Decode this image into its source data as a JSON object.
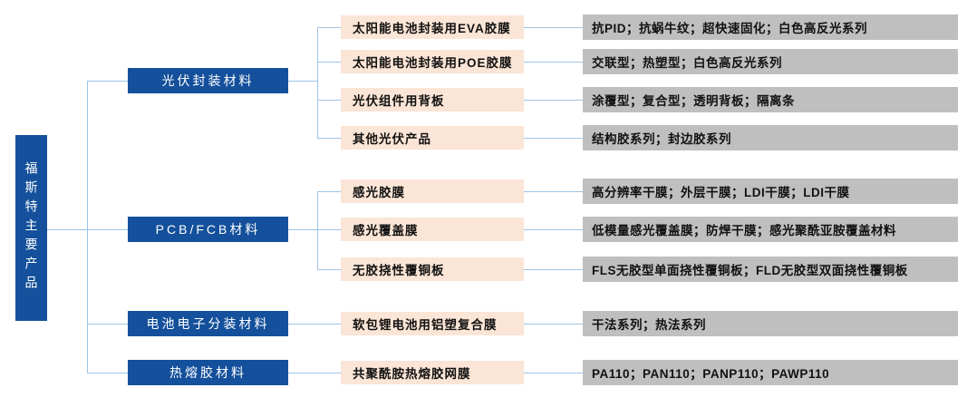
{
  "root": {
    "label": "福斯特主要产品"
  },
  "colors": {
    "blue": "#14509B",
    "pink": "#FBE5D6",
    "gray": "#BFBFBF",
    "line": "#9DC3E6",
    "text-dark": "#111111",
    "text-light": "#FFFFFF"
  },
  "groups": [
    {
      "category": "光伏封装材料",
      "children": [
        {
          "product": "太阳能电池封装用EVA胶膜",
          "detail": "抗PID；抗蜗牛纹；超快速固化；白色高反光系列"
        },
        {
          "product": "太阳能电池封装用POE胶膜",
          "detail": "交联型；热塑型；白色高反光系列"
        },
        {
          "product": "光伏组件用背板",
          "detail": "涂覆型；复合型；透明背板；隔离条"
        },
        {
          "product": "其他光伏产品",
          "detail": "结构胶系列；封边胶系列"
        }
      ]
    },
    {
      "category": "PCB/FCB材料",
      "children": [
        {
          "product": "感光胶膜",
          "detail": "高分辨率干膜；外层干膜；LDI干膜；LDI干膜"
        },
        {
          "product": "感光覆盖膜",
          "detail": "低模量感光覆盖膜；防焊干膜；感光聚酰亚胺覆盖材料"
        },
        {
          "product": "无胶挠性覆铜板",
          "detail": "FLS无胶型单面挠性覆铜板；FLD无胶型双面挠性覆铜板"
        }
      ]
    },
    {
      "category": "电池电子分装材料",
      "children": [
        {
          "product": "软包锂电池用铝塑复合膜",
          "detail": "干法系列；热法系列"
        }
      ]
    },
    {
      "category": "热熔胶材料",
      "children": [
        {
          "product": "共聚酰胺热熔胶网膜",
          "detail": "PA110；PAN110；PANP110；PAWP110"
        }
      ]
    }
  ]
}
